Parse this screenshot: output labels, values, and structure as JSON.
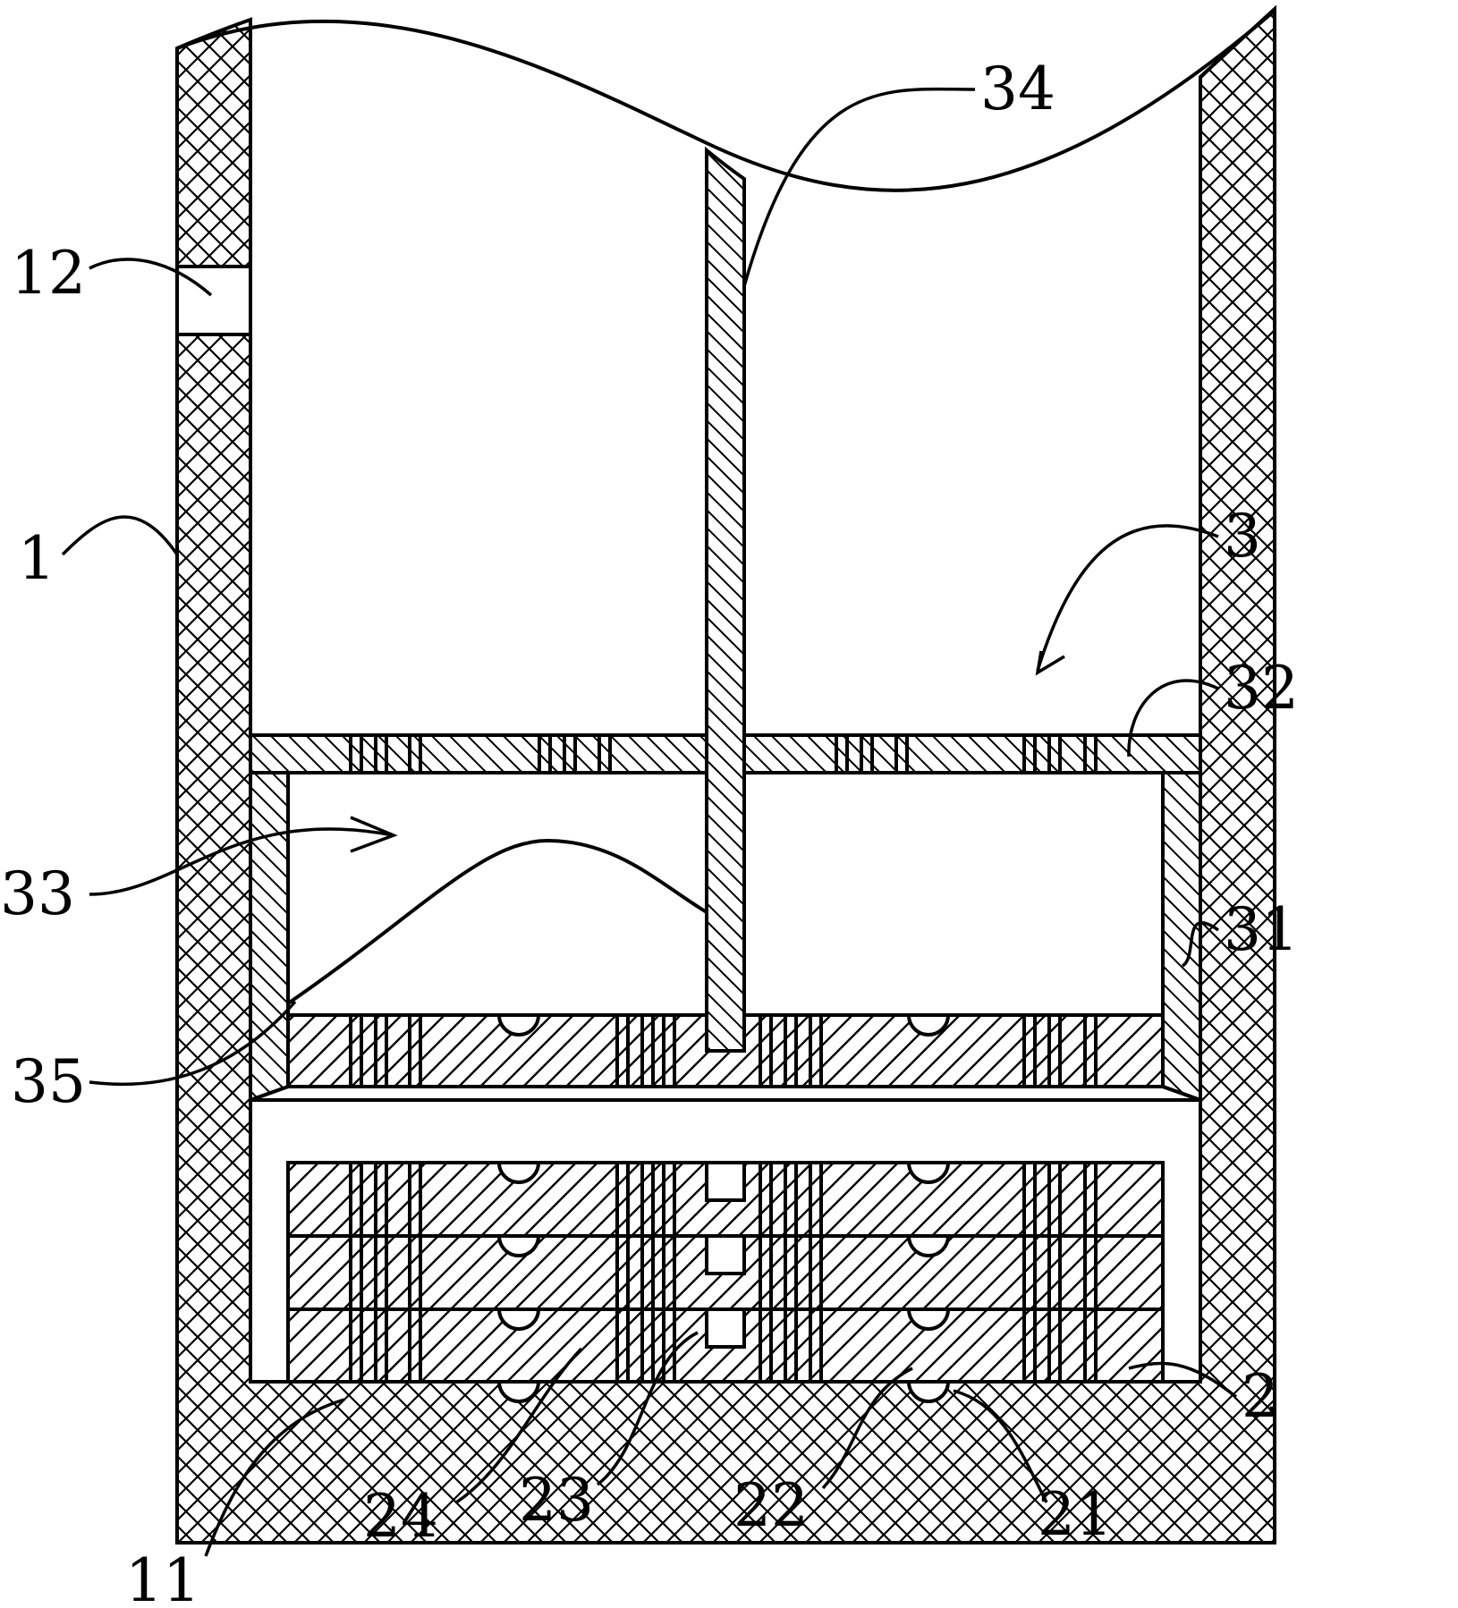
{
  "figure": {
    "labels": {
      "housing": "1",
      "housing_bottom": "11",
      "housing_port": "12",
      "filter_stack": "2",
      "filter_boss": "21",
      "filter_recess": "22",
      "filter_pin_slot": "23",
      "filter_channel": "24",
      "cartridge": "3",
      "cartridge_wall": "31",
      "cartridge_top_plate": "32",
      "cartridge_chamber": "33",
      "center_rod": "34",
      "flow_path": "35"
    }
  }
}
